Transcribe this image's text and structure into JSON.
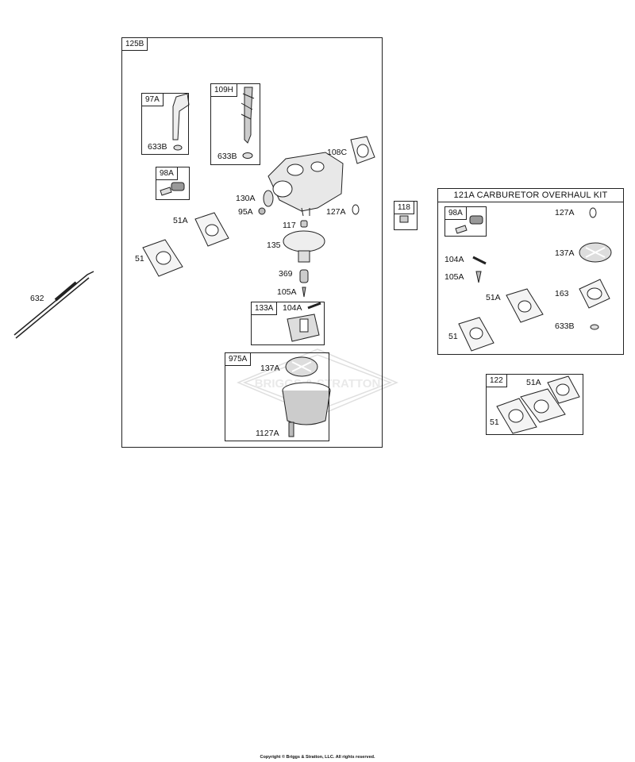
{
  "main_box": {
    "tag": "125B"
  },
  "sub_boxes": {
    "b97a": "97A",
    "b109h": "109H",
    "b98a": "98A",
    "b133a": "133A",
    "b975a": "975A",
    "b118": "118",
    "b122": "122"
  },
  "kit": {
    "title": "121A CARBURETOR OVERHAUL KIT",
    "tag": "98A"
  },
  "labels": {
    "l633b_1": "633B",
    "l633b_2": "633B",
    "l108c": "108C",
    "l130a": "130A",
    "l95a": "95A",
    "l127a": "127A",
    "l51a": "51A",
    "l51": "51",
    "l117": "117",
    "l135": "135",
    "l369": "369",
    "l105a": "105A",
    "l104a": "104A",
    "l137a": "137A",
    "l1127a": "1127A",
    "l632": "632",
    "k127a": "127A",
    "k137a": "137A",
    "k104a": "104A",
    "k105a": "105A",
    "k51a": "51A",
    "k163": "163",
    "k51": "51",
    "k633b": "633B",
    "g51a": "51A",
    "g51": "51"
  },
  "watermark": "BRIGGS & STRATTON",
  "copyright": "Copyright © Briggs & Stratton, LLC. All rights reserved."
}
